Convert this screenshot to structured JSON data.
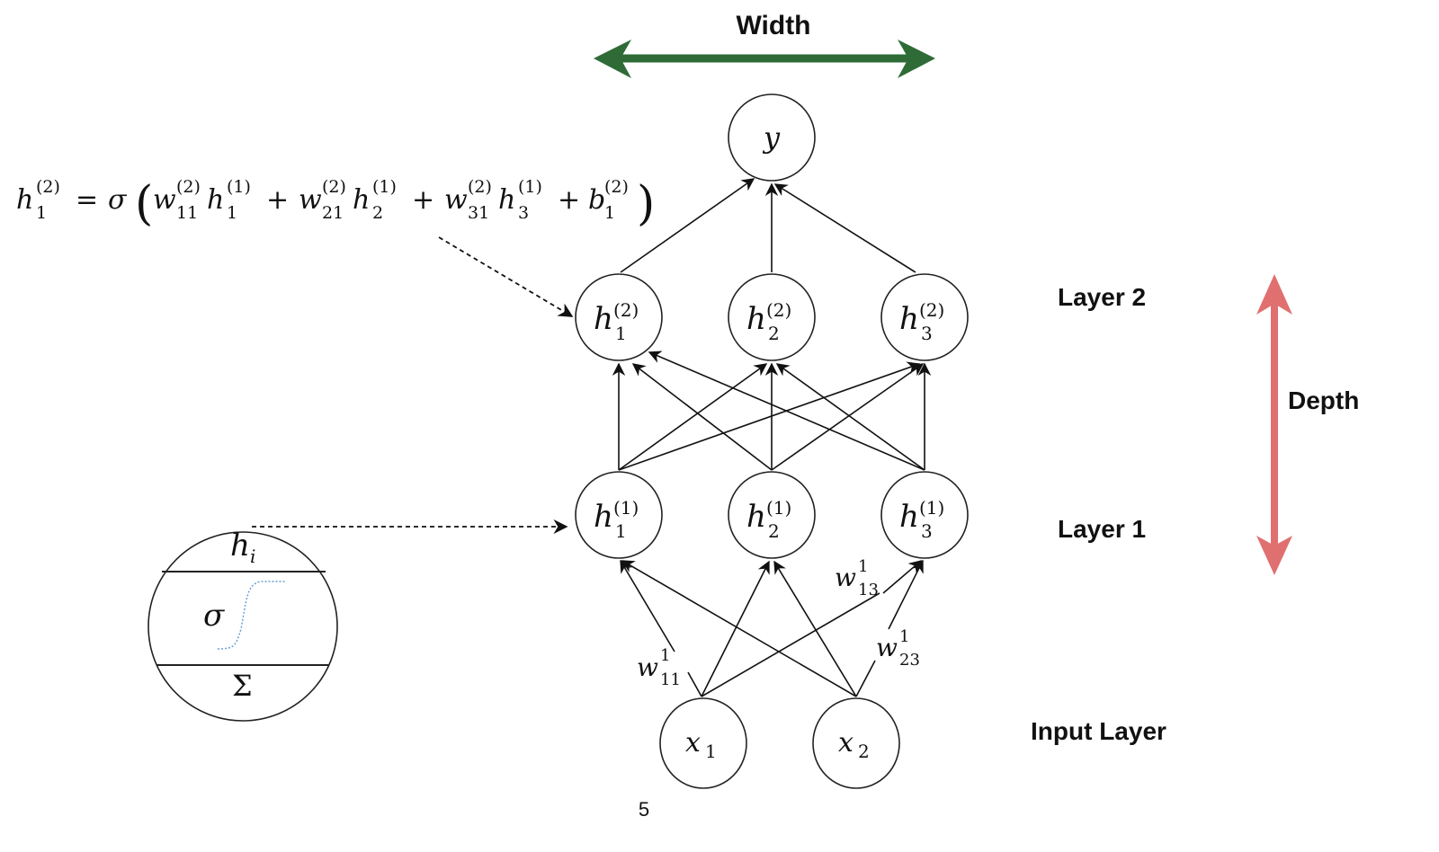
{
  "diagram": {
    "type": "neural-network",
    "width_label": "Width",
    "depth_label": "Depth",
    "layer_labels": {
      "layer2": "Layer 2",
      "layer1": "Layer 1",
      "input": "Input Layer"
    },
    "colors": {
      "width_arrow": "#2e6b37",
      "depth_arrow": "#e07070",
      "sigmoid_curve": "#6a9fd4"
    },
    "equation": {
      "lhs": "h",
      "lhs_sup": "(2)",
      "lhs_sub": "1",
      "text": "h_1^(2) = σ( w_11^(2) h_1^(1) + w_21^(2) h_2^(1) + w_31^(2) h_3^(1) + b_1^(2) )",
      "eq": "=",
      "sigma": "σ",
      "terms": [
        {
          "w": "w",
          "wsub": "11",
          "wsup": "(2)",
          "h": "h",
          "hsub": "1",
          "hsup": "(1)"
        },
        {
          "w": "w",
          "wsub": "21",
          "wsup": "(2)",
          "h": "h",
          "hsub": "2",
          "hsup": "(1)"
        },
        {
          "w": "w",
          "wsub": "31",
          "wsup": "(2)",
          "h": "h",
          "hsub": "3",
          "hsup": "(1)"
        }
      ],
      "bias": {
        "b": "b",
        "sub": "1",
        "sup": "(2)"
      },
      "plus": "+",
      "lparen": "(",
      "rparen": ")"
    },
    "nodes": {
      "output": {
        "symbol": "y"
      },
      "layer2": [
        {
          "symbol": "h",
          "sub": "1",
          "sup": "(2)"
        },
        {
          "symbol": "h",
          "sub": "2",
          "sup": "(2)"
        },
        {
          "symbol": "h",
          "sub": "3",
          "sup": "(2)"
        }
      ],
      "layer1": [
        {
          "symbol": "h",
          "sub": "1",
          "sup": "(1)"
        },
        {
          "symbol": "h",
          "sub": "2",
          "sup": "(1)"
        },
        {
          "symbol": "h",
          "sub": "3",
          "sup": "(1)"
        }
      ],
      "input": [
        {
          "symbol": "x",
          "sub": "1"
        },
        {
          "symbol": "x",
          "sub": "2"
        }
      ]
    },
    "weight_labels": [
      {
        "w": "w",
        "sub": "11",
        "sup": "1"
      },
      {
        "w": "w",
        "sub": "13",
        "sup": "1"
      },
      {
        "w": "w",
        "sub": "23",
        "sup": "1"
      }
    ],
    "neuron_detail": {
      "top": "h",
      "top_sub": "i",
      "middle": "σ",
      "bottom": "Σ"
    },
    "page_number": "5"
  }
}
